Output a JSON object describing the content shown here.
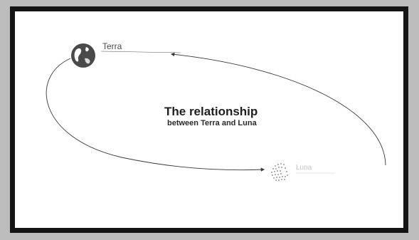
{
  "slide": {
    "title": "The relationship",
    "subtitle": "between Terra and Luna"
  },
  "terra": {
    "name": "Terra",
    "subtitle": "",
    "description": ""
  },
  "luna": {
    "name": "Luna",
    "description": ""
  },
  "notes": {
    "top": "",
    "middle": ""
  },
  "footer": {
    "text": ""
  },
  "colors": {
    "frame": "#141414",
    "background": "#ffffff",
    "orbit_line": "#3a3a3a",
    "terra_icon": "#4a4a4a",
    "luna_icon": "#9a9a9a"
  }
}
